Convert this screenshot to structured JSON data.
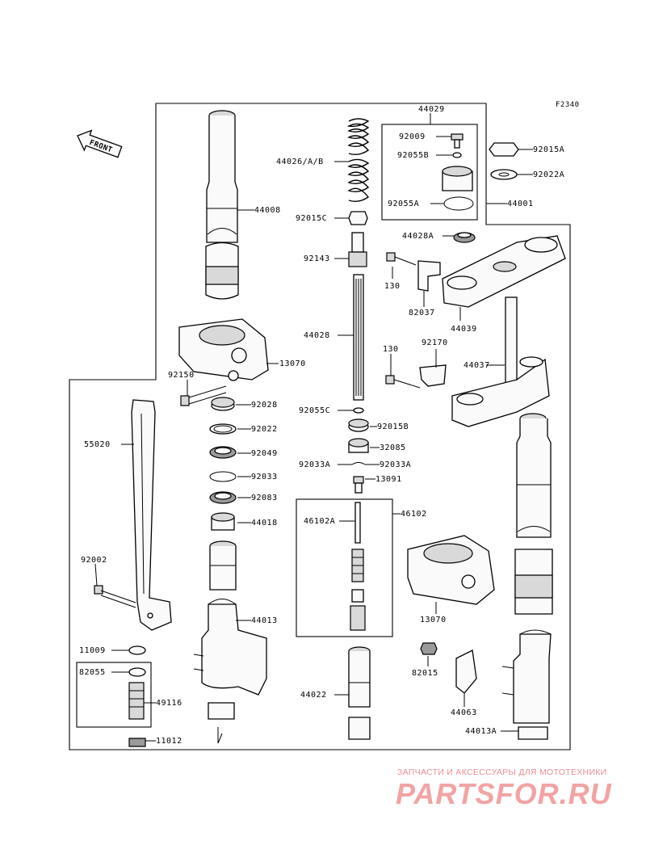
{
  "figure_code": "F2340",
  "front_label": "FRONT",
  "labels": {
    "p44029": "44029",
    "p92009": "92009",
    "p92055B": "92055B",
    "p92055A": "92055A",
    "p44001": "44001",
    "p92015A": "92015A",
    "p92022A": "92022A",
    "p44026": "44026/A/B",
    "p92015C": "92015C",
    "p44008": "44008",
    "p44028A": "44028A",
    "p92143": "92143",
    "p130a": "130",
    "p82037": "82037",
    "p44039": "44039",
    "p44028": "44028",
    "p13070a": "13070",
    "p92170": "92170",
    "p130b": "130",
    "p44037": "44037",
    "p92150": "92150",
    "p92028": "92028",
    "p92055C": "92055C",
    "p92022": "92022",
    "p92015B": "92015B",
    "p55020": "55020",
    "p92049": "92049",
    "p32085": "32085",
    "p92033": "92033",
    "p92033Aa": "92033A",
    "p92033Ab": "92033A",
    "p13091": "13091",
    "p92083": "92083",
    "p46102": "46102",
    "p46102A": "46102A",
    "p44018": "44018",
    "p92002": "92002",
    "p13070b": "13070",
    "p44013": "44013",
    "p11009": "11009",
    "p82015": "82015",
    "p82055": "82055",
    "p49116": "49116",
    "p44022": "44022",
    "p44063": "44063",
    "p11012": "11012",
    "p44013A": "44013A"
  },
  "watermark": {
    "line1": "ЗАПЧАСТИ И АКСЕССУАРЫ ДЛЯ МОТОТЕХНИКИ",
    "line2": "PARTSFOR.RU"
  }
}
